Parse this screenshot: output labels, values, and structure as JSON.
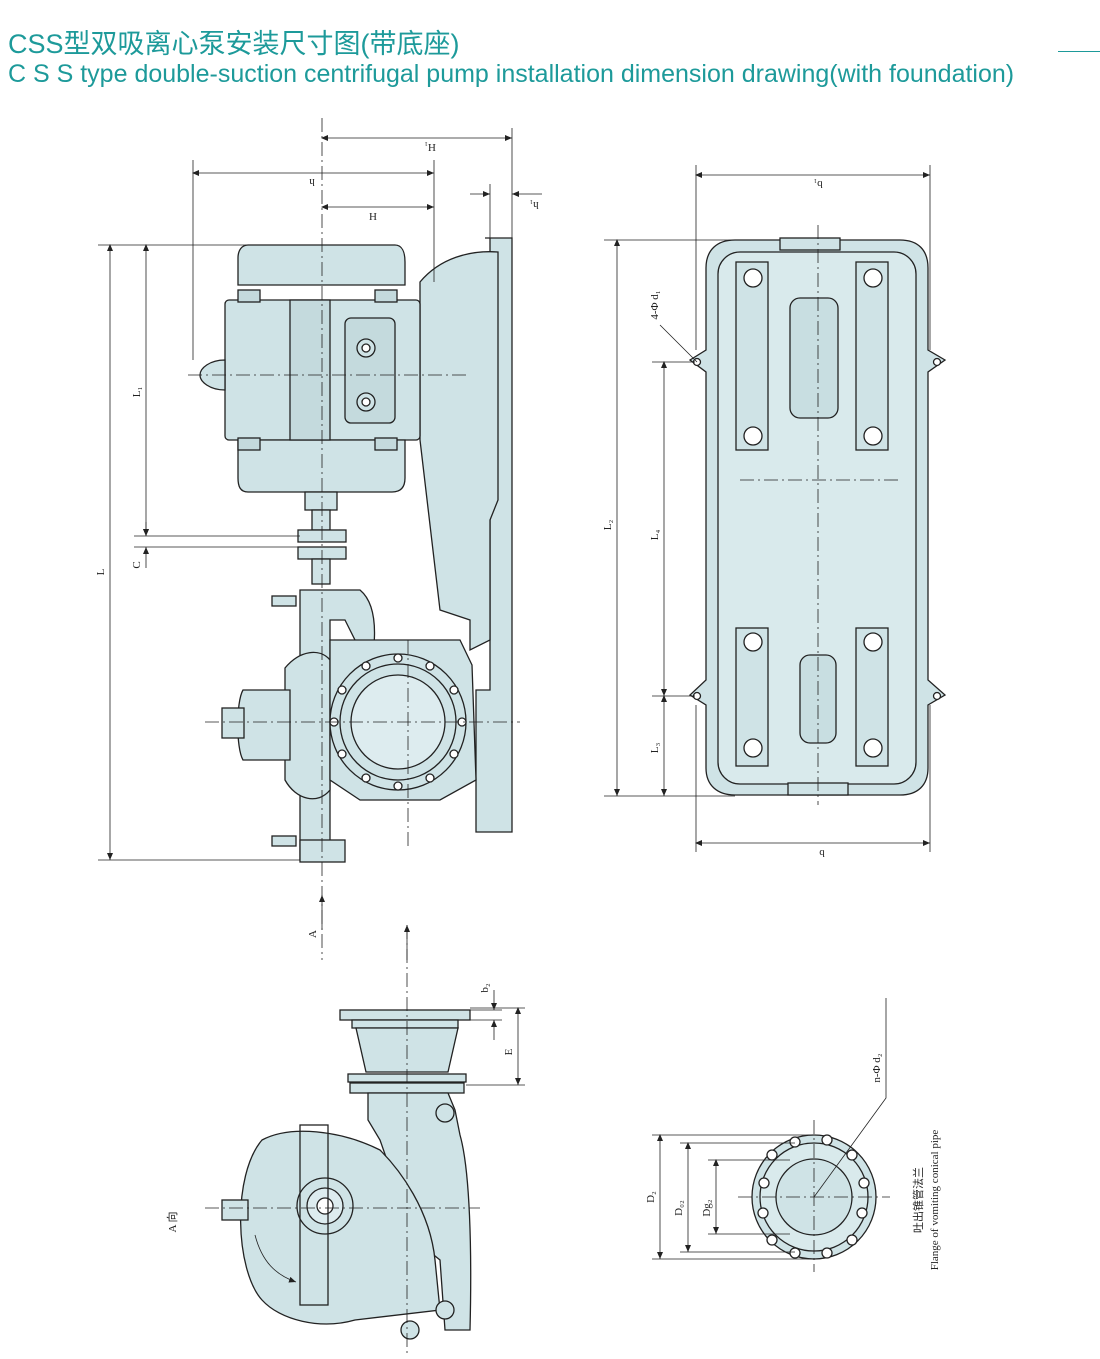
{
  "header": {
    "title_cn": "CSS型双吸离心泵安装尺寸图(带底座)",
    "title_en": "C S S type double-suction centrifugal pump installation dimension drawing(with foundation)"
  },
  "colors": {
    "title": "#1d9a9a",
    "body_fill": "#cfe3e6",
    "line": "#222222"
  },
  "side_view": {
    "labels": {
      "H1": "H₁",
      "h": "h",
      "H": "H",
      "h1": "h₁",
      "L1": "L₁",
      "C": "C",
      "L": "L",
      "A": "A"
    }
  },
  "top_view": {
    "labels": {
      "b1": "b₁",
      "b": "b",
      "d1": "4-Φ d₁",
      "L2": "L₂",
      "L4": "L₄",
      "L3": "L₃"
    }
  },
  "a_view": {
    "labels": {
      "b2": "b₂",
      "E": "E",
      "direction": "A 向"
    }
  },
  "flange_view": {
    "labels": {
      "d2": "n-Φ d₂",
      "D2": "D₂",
      "D02": "D₀₂",
      "Dg2": "Dg₂"
    },
    "caption_cn": "吐出锥管法兰",
    "caption_en": "Flange of vomiting conical pipe"
  }
}
